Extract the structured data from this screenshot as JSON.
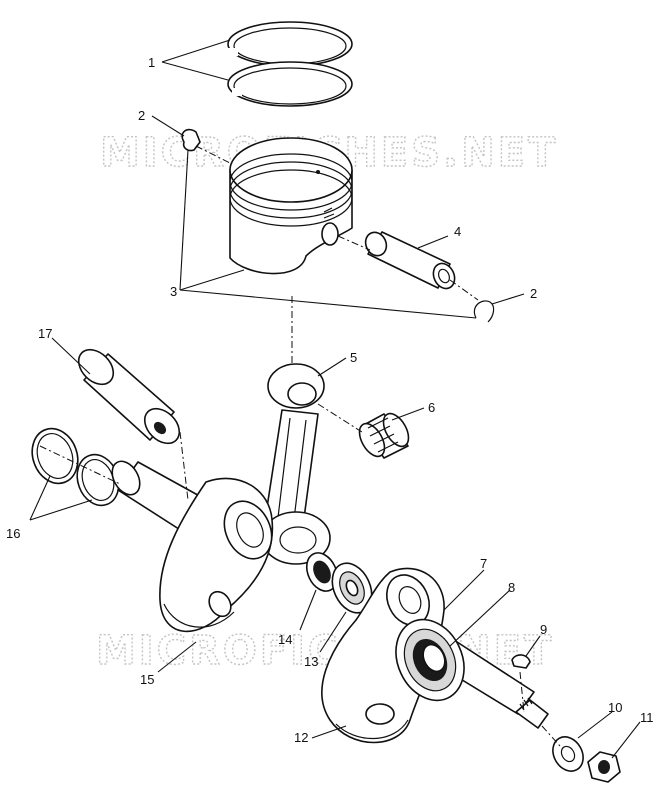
{
  "watermark": "MICROFICHES.NET",
  "callouts": {
    "c1": "1",
    "c2a": "2",
    "c2b": "2",
    "c3": "3",
    "c4": "4",
    "c5": "5",
    "c6": "6",
    "c7": "7",
    "c8": "8",
    "c9": "9",
    "c10": "10",
    "c11": "11",
    "c12": "12",
    "c13": "13",
    "c14": "14",
    "c15": "15",
    "c16": "16",
    "c17": "17"
  }
}
